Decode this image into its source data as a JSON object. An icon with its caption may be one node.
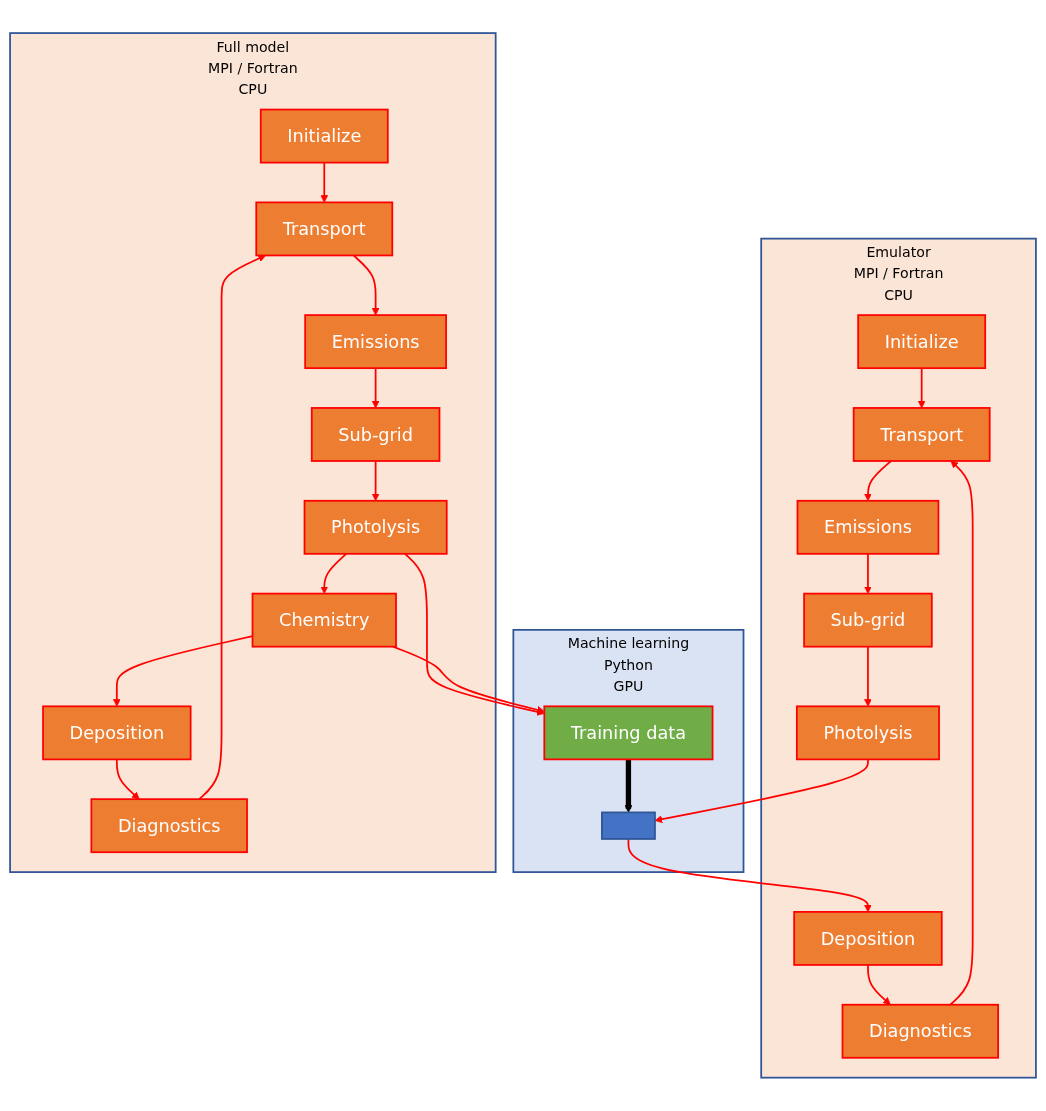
{
  "diagram": {
    "nodes": [
      {
        "text": [
          "Full model",
          "MPI / Fortran"
        ],
        "beside": [
          "CPU"
        ]
      },
      {
        "text": [
          "Initialize"
        ],
        "in": 0
      },
      {
        "text": [
          "Transport"
        ],
        "in": 0
      },
      {
        "text": [
          "Emissions"
        ],
        "in": 0
      },
      {
        "text": [
          "Sub-grid"
        ],
        "in": 0
      },
      {
        "text": [
          "Photolysis"
        ],
        "in": 0
      },
      {
        "text": [
          "Chemistry"
        ],
        "in": 0
      },
      {
        "text": [
          "Deposition"
        ],
        "in": 0
      },
      {
        "text": [
          "Diagnostics"
        ],
        "in": 0
      },
      {
        "text": [
          "Machine learning",
          "Python"
        ],
        "beside": [
          "GPU"
        ]
      },
      {
        "text": [
          "Training data"
        ],
        "in": 9
      },
      {
        "text": [],
        "shape": "box",
        "in": 9
      },
      {
        "text": [
          "Emulator",
          "MPI / Fortran"
        ],
        "beside": [
          "CPU"
        ]
      },
      {
        "text": [
          "Initialize"
        ],
        "in": 12
      },
      {
        "text": [
          "Transport"
        ],
        "in": 12
      },
      {
        "text": [
          "Emissions"
        ],
        "in": 12
      },
      {
        "text": [
          "Sub-grid"
        ],
        "in": 12
      },
      {
        "text": [
          "Photolysis"
        ],
        "in": 12
      },
      {
        "text": [
          "Deposition"
        ],
        "in": 12
      },
      {
        "text": [
          "Diagnostics"
        ],
        "in": 12
      }
    ],
    "edges": [
      {
        "from": 1,
        "to": 2,
        "arrow": "to"
      },
      {
        "from": 2,
        "to": 3,
        "arrow": "to"
      },
      {
        "from": 3,
        "to": 4,
        "arrow": "to"
      },
      {
        "from": 4,
        "to": 5,
        "arrow": "to"
      },
      {
        "from": 5,
        "to": 6,
        "arrow": "to"
      },
      {
        "from": 6,
        "to": 7,
        "arrow": "to"
      },
      {
        "from": 7,
        "to": 8,
        "arrow": "to"
      },
      {
        "from": 8,
        "to": 2,
        "arrow": "to"
      },
      {
        "from": 5,
        "to": 10,
        "arrow": "to"
      },
      {
        "from": 6,
        "to": 10,
        "arrow": "to"
      },
      {
        "from": 10,
        "to": 11,
        "arrow": "to",
        "style": "thick",
        "color": "#000000"
      },
      {
        "from": 13,
        "to": 14,
        "arrow": "to"
      },
      {
        "from": 14,
        "to": 15,
        "arrow": "to"
      },
      {
        "from": 15,
        "to": 16,
        "arrow": "to"
      },
      {
        "from": 16,
        "to": 17,
        "arrow": "to"
      },
      {
        "from": 17,
        "to": 11,
        "arrow": "to"
      },
      {
        "from": 11,
        "to": 18,
        "arrow": "to"
      },
      {
        "from": 18,
        "to": 19,
        "arrow": "to"
      },
      {
        "from": 19,
        "to": 14,
        "arrow": "to"
      }
    ]
  }
}
